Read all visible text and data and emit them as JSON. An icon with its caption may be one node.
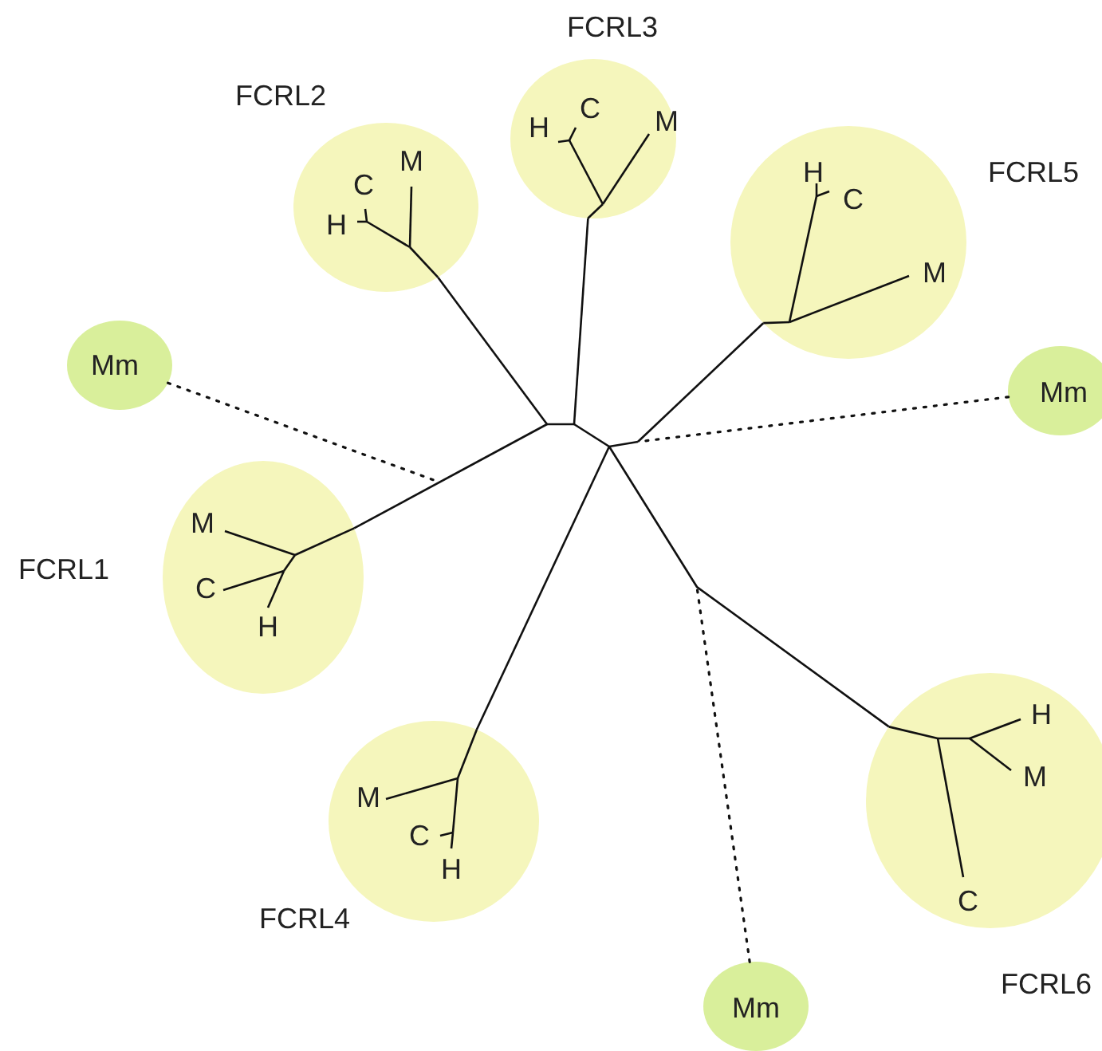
{
  "diagram": {
    "nodes": [
      {
        "text": [
          "H",
          "C",
          "M"
        ],
        "beside": [
          "FCRL3"
        ]
      },
      {
        "text": [
          "M",
          "C",
          "H"
        ],
        "beside": [
          "FCRL2"
        ]
      },
      {
        "text": [
          "H",
          "C",
          "M"
        ],
        "beside": [
          "FCRL5"
        ]
      },
      {
        "text": [
          "Mm"
        ]
      },
      {
        "text": [
          "Mm"
        ]
      },
      {
        "text": [
          "M",
          "C",
          "H"
        ],
        "beside": [
          "FCRL1"
        ]
      },
      {
        "text": [
          "M",
          "C",
          "H"
        ],
        "beside": [
          "FCRL4"
        ]
      },
      {
        "text": [
          "H",
          "M",
          "C"
        ],
        "beside": [
          "FCRL6"
        ]
      },
      {
        "text": [
          "Mm"
        ]
      }
    ],
    "edges": [
      {
        "from": 0,
        "to": null,
        "arrow": "none"
      },
      {
        "from": 1,
        "to": null,
        "arrow": "none"
      },
      {
        "from": 2,
        "to": null,
        "arrow": "none"
      },
      {
        "from": 3,
        "to": null,
        "arrow": "none",
        "style": "dashed"
      },
      {
        "from": 4,
        "to": null,
        "arrow": "none",
        "style": "dashed"
      },
      {
        "from": 5,
        "to": null,
        "arrow": "none"
      },
      {
        "from": 6,
        "to": null,
        "arrow": "none"
      },
      {
        "from": 7,
        "to": null,
        "arrow": "none"
      },
      {
        "from": 8,
        "to": null,
        "arrow": "none",
        "style": "dashed"
      }
    ]
  }
}
